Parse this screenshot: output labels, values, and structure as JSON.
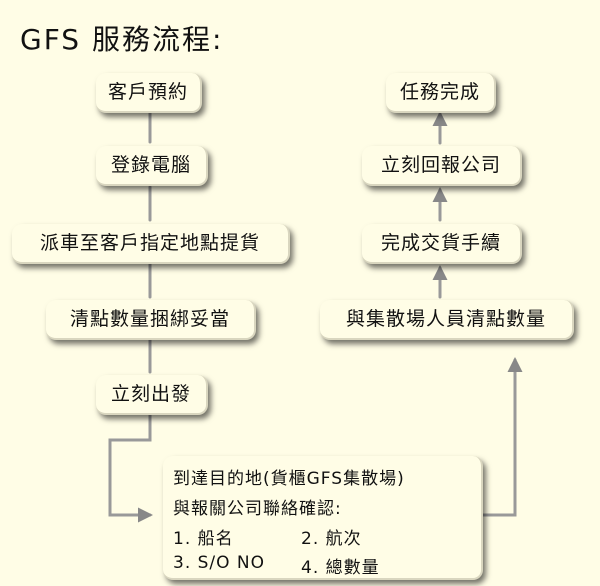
{
  "title": "GFS 服務流程:",
  "left_column": [
    "客戶預約",
    "登錄電腦",
    "派車至客戶指定地點提貨",
    "清點數量捆綁妥當",
    "立刻出發"
  ],
  "right_column": [
    "任務完成",
    "立刻回報公司",
    "完成交貨手續",
    "與集散場人員清點數量"
  ],
  "destination": {
    "line1": "到達目的地(貨櫃GFS集散場)",
    "line2": "與報關公司聯絡確認:",
    "items": [
      "1. 船名",
      "2. 航次",
      "3. S/O NO",
      "4. 總數量"
    ]
  }
}
